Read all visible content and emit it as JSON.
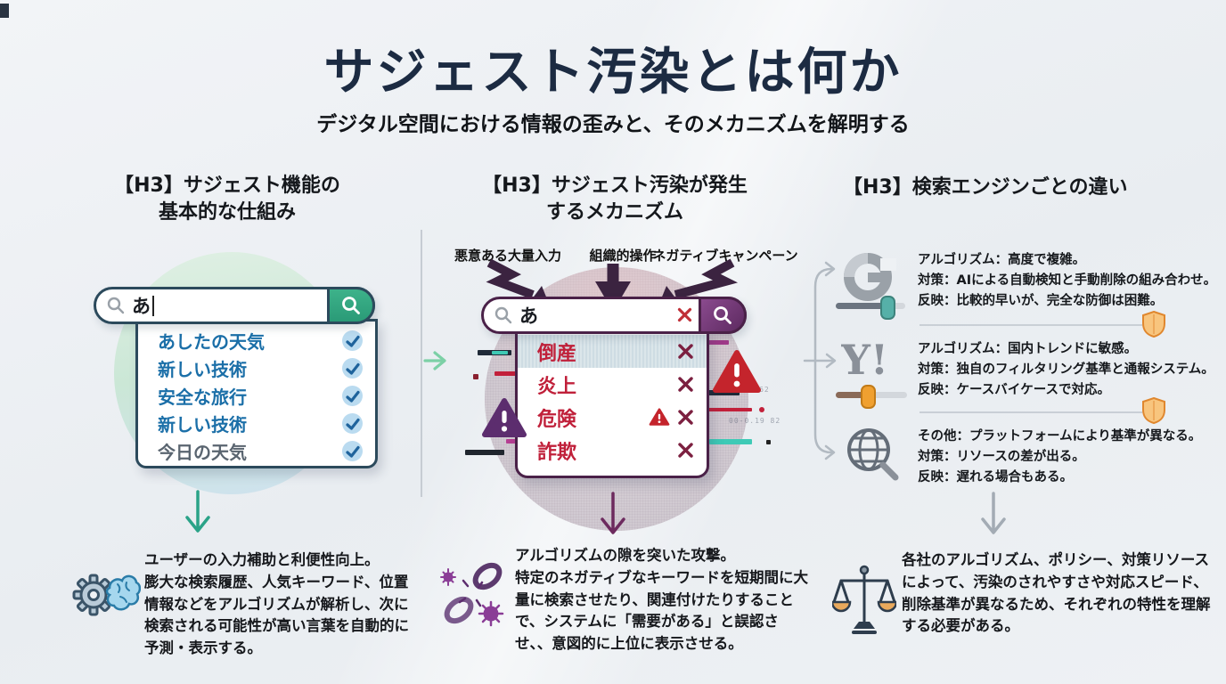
{
  "meta": {
    "title": "サジェスト汚染とは何か",
    "subtitle": "デジタル空間における情報の歪みと、そのメカニズムを解明する"
  },
  "col_basic": {
    "heading_line1": "【H3】サジェスト機能の",
    "heading_line2": "基本的な仕組み",
    "query": "あ",
    "suggestions": [
      "あしたの天気",
      "新しい技術",
      "安全な旅行",
      "新しい技術",
      "今日の天気"
    ],
    "summary_lead": "ユーザーの入力補助と利便性向上。",
    "summary_body": "膨大な検索履歴、人気キーワード、位置情報などをアルゴリズムが解析し、次に検索される可能性が高い言葉を自動的に予測・表示する。",
    "icon": "gear-brain-icon"
  },
  "col_pollution": {
    "heading_line1": "【H3】サジェスト汚染が発生",
    "heading_line2": "するメカニズム",
    "attack_labels": [
      "悪意ある大量入力",
      "組織的操作",
      "ネガティブキャンペーン"
    ],
    "query": "あ",
    "polluted_suggestions": [
      "倒産",
      "炎上",
      "危険",
      "詐欺"
    ],
    "summary_lead": "アルゴリズムの隙を突いた攻撃。",
    "summary_body": "特定のネガティブなキーワードを短期間に大量に検索させたり、関連付けたりすることで、システムに「需要がある」と誤認させ、、意図的に上位に表示させる。",
    "glitch_texts": {
      "right_mid": "10-0-62",
      "right_low": "00-0.19 82"
    },
    "icon": "broken-chain-virus-icon"
  },
  "col_engines": {
    "heading": "【H3】検索エンジンごとの違い",
    "google_logo_text": "G",
    "yahoo_logo_text": "Y!",
    "rows": [
      {
        "engine": "Google",
        "line1": "アルゴリズム：高度で複雑。",
        "line2": "対策：AIによる自動検知と手動削除の組み合わせ。",
        "line3": "反映：比較的早いが、完全な防御は困難。"
      },
      {
        "engine": "Yahoo! JAPAN",
        "line1": "アルゴリズム：国内トレンドに敏感。",
        "line2": "対策：独自のフィルタリング基準と通報システム。",
        "line3": "反映：ケースバイケースで対応。"
      },
      {
        "engine": "その他",
        "line1": "その他：プラットフォームにより基準が異なる。",
        "line2": "対策：リソースの差が出る。",
        "line3": "反映：遅れる場合もある。"
      }
    ],
    "summary": "各社のアルゴリズム、ポリシー、対策リソースによって、汚染のされやすさや対応スピード、削除基準が異なるため、それぞれの特性を理解する必要がある。",
    "icon": "balance-scale-icon"
  },
  "colors": {
    "title_navy": "#1c2b42",
    "suggestion_blue": "#1b6fa8",
    "search_green": "#2fa884",
    "frame_navy": "#2c4a5c",
    "frame_purple": "#4a2148",
    "polluted_red": "#c0203a",
    "cross_maroon": "#7c2040",
    "warning_purple": "#5c2d6e",
    "warning_red": "#c4242c",
    "shield_orange": "#e8923c",
    "logo_gray": "#8a9099",
    "arrow_teal": "#2aa388",
    "arrow_purple": "#6d2a5e",
    "arrow_gray": "#a3abb4"
  }
}
